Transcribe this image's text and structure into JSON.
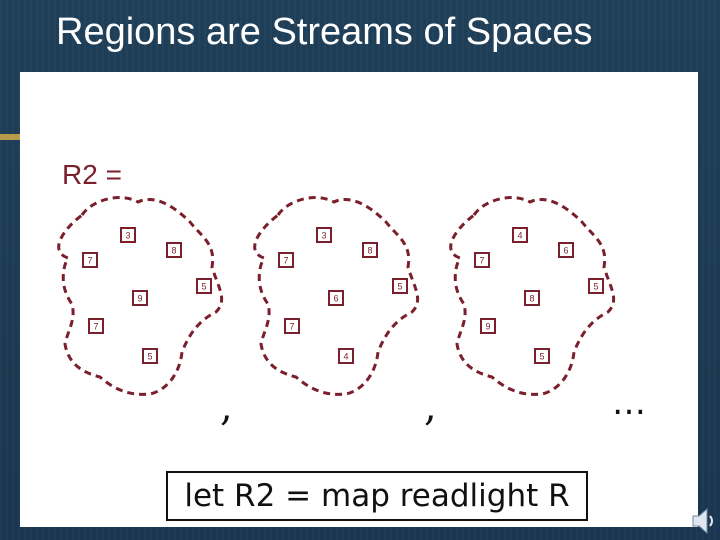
{
  "title": "Regions are Streams of Spaces",
  "equation_label": "R2 =",
  "separators": [
    ",",
    ","
  ],
  "ellipsis": "…",
  "code": "let R2 = map readlight R",
  "colors": {
    "accent": "#7a1f2b",
    "background": "#1d3a52",
    "title": "#ffffff"
  },
  "regions": [
    {
      "numbers": [
        "3",
        "8",
        "7",
        "5",
        "9",
        "7",
        "5"
      ]
    },
    {
      "numbers": [
        "3",
        "8",
        "7",
        "5",
        "6",
        "7",
        "4"
      ]
    },
    {
      "numbers": [
        "4",
        "6",
        "7",
        "5",
        "8",
        "9",
        "5"
      ]
    }
  ],
  "icon": "speaker-icon"
}
